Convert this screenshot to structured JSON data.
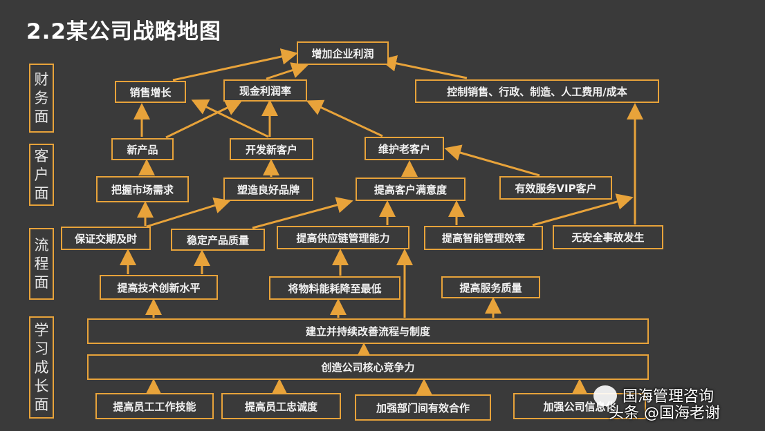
{
  "title": "2.2某公司战略地图",
  "layers": {
    "financial": "财\n务\n面",
    "customer": "客\n户\n面",
    "process": "流\n程\n面",
    "learning": "学\n习\n成\n长\n面"
  },
  "boxes": {
    "profit": "增加企业利润",
    "sales_growth": "销售增长",
    "cash_profit": "现金利润率",
    "control_cost": "控制销售、行政、制造、人工费用/成本",
    "new_product": "新产品",
    "new_customer": "开发新客户",
    "keep_customer": "维护老客户",
    "market_demand": "把握市场需求",
    "brand": "塑造良好品牌",
    "satisfaction": "提高客户满意度",
    "vip": "有效服务VIP客户",
    "delivery": "保证交期及时",
    "quality": "稳定产品质量",
    "supply_chain": "提高供应链管理能力",
    "smart_mgmt": "提高智能管理效率",
    "safety": "无安全事故发生",
    "tech": "提高技术创新水平",
    "material": "将物料能耗降至最低",
    "service": "提高服务质量",
    "continuous": "建立并持续改善流程与制度",
    "core": "创造公司核心竞争力",
    "skills": "提高员工工作技能",
    "loyalty": "提高员工忠诚度",
    "cooperation": "加强部门间有效合作",
    "info": "加强公司信息化"
  },
  "watermark": {
    "line1": "国海管理咨询",
    "line2": "头条 @国海老谢"
  },
  "colors": {
    "background": "#3a3a3a",
    "accent": "#e8a33a",
    "text": "#f2f2f2"
  }
}
